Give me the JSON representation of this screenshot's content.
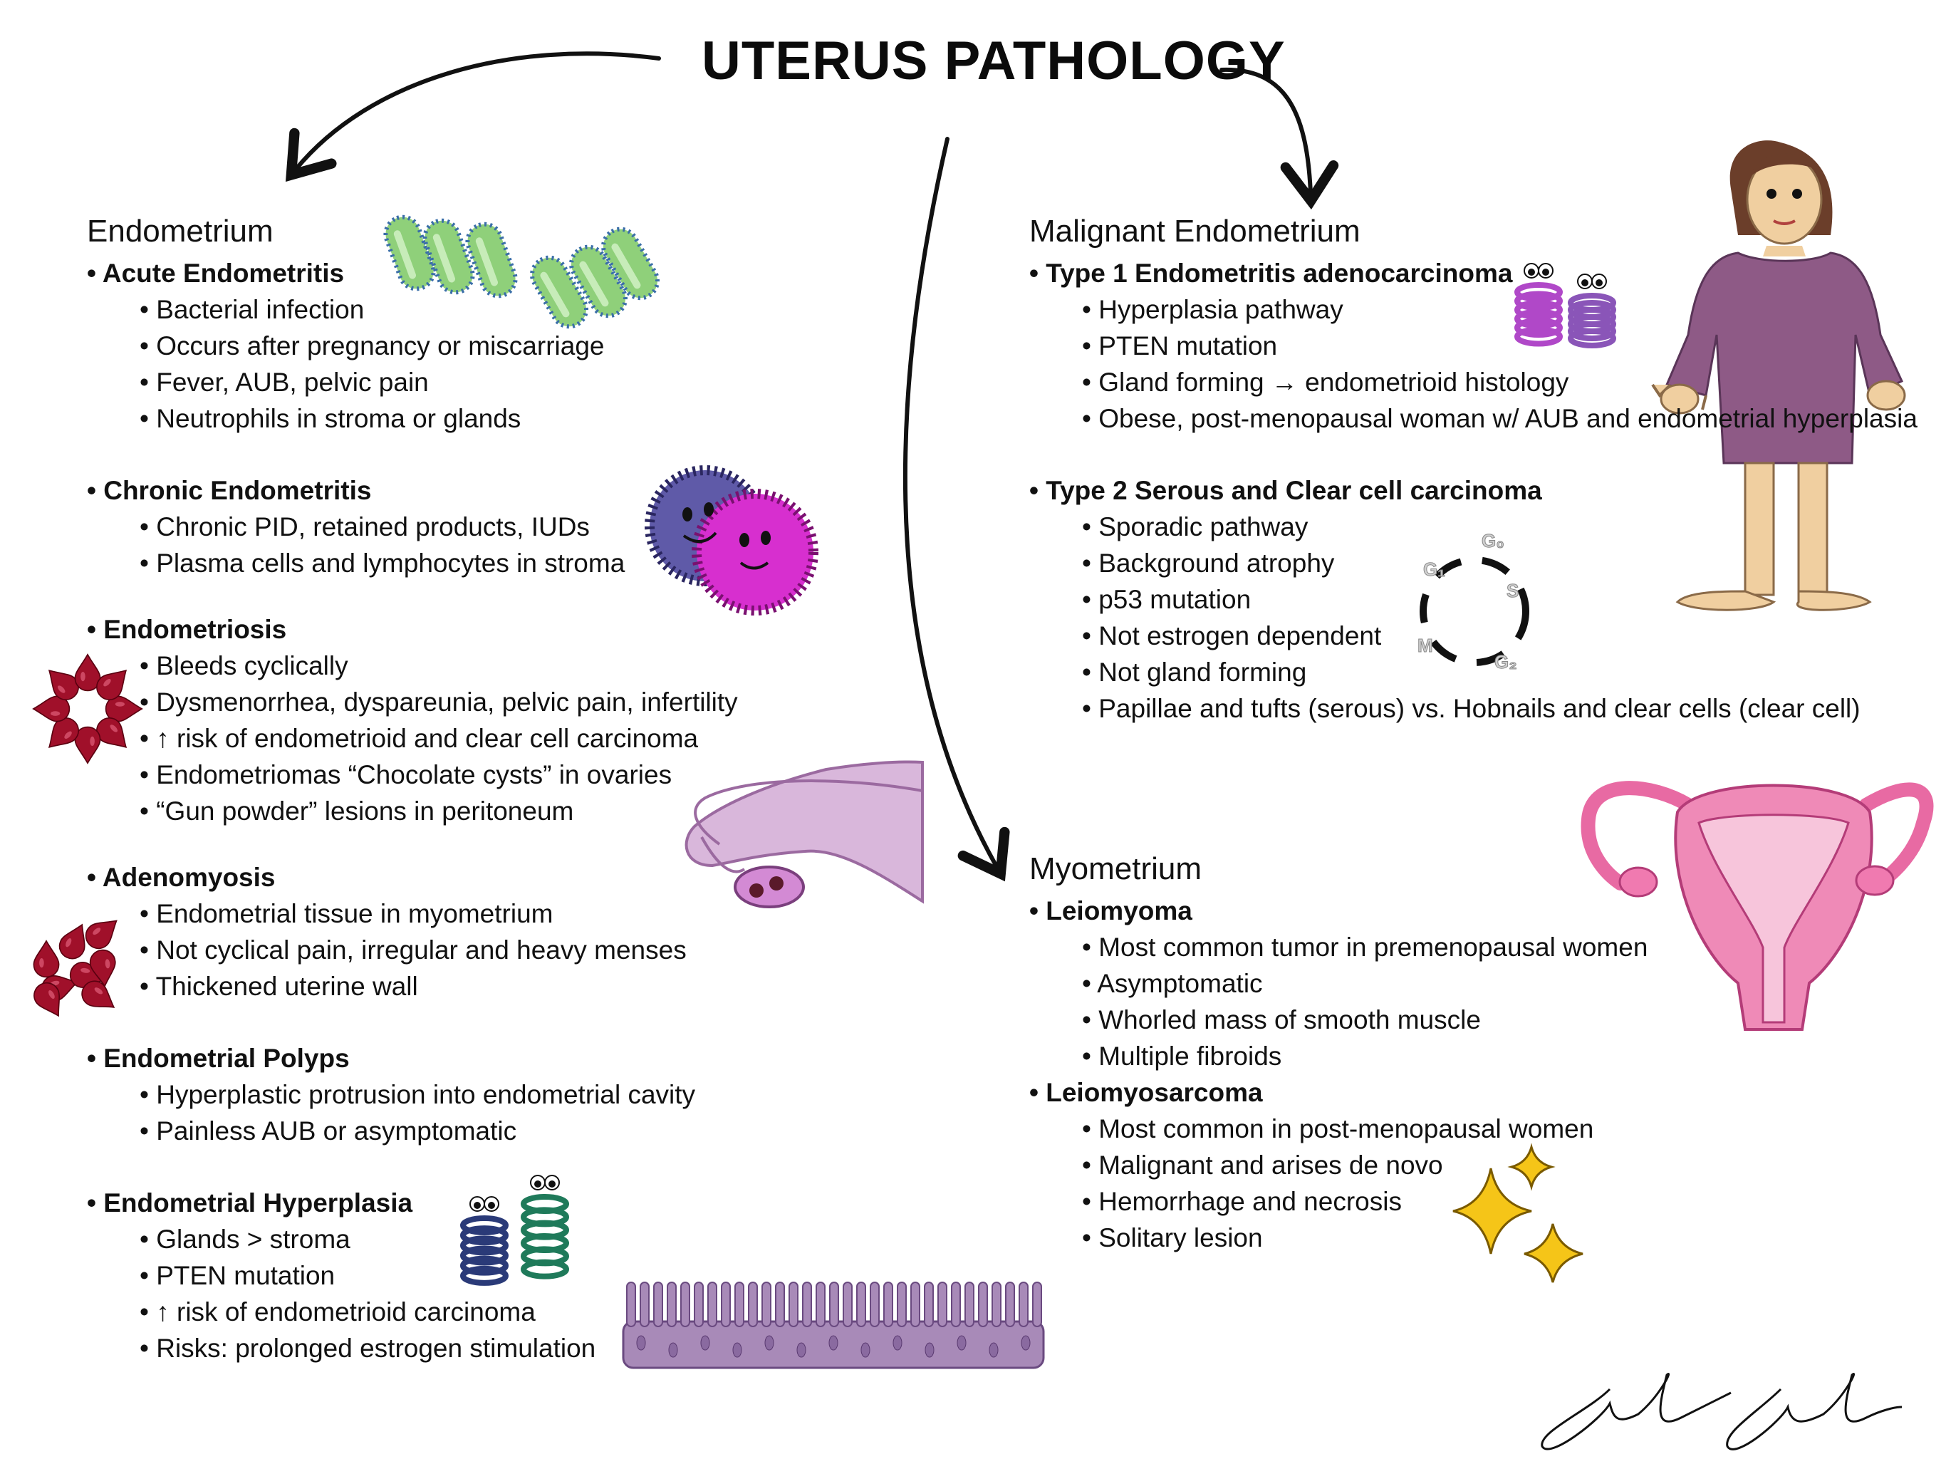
{
  "title": "UTERUS PATHOLOGY",
  "colors": {
    "bacteria": "#8fd07a",
    "virus_blue": "#5f5aa8",
    "virus_pink": "#d72fcf",
    "blood": "#a0102a",
    "uterus_pink": "#e86aa3",
    "tube_lilac": "#d9b7db",
    "dress": "#8e5a86",
    "skin": "#f0cfa0",
    "spring_purple": "#b048c8",
    "spring_navy": "#2a3a78",
    "spring_green": "#1f7a5a",
    "star": "#f5c518",
    "epithelium": "#a88ab8"
  },
  "left": {
    "heading": "Endometrium",
    "topics": [
      {
        "title": "Acute Endometritis",
        "items": [
          "Bacterial infection",
          "Occurs after pregnancy or miscarriage",
          "Fever, AUB, pelvic pain",
          "Neutrophils in stroma or glands"
        ]
      },
      {
        "title": "Chronic Endometritis",
        "items": [
          "Chronic PID, retained products, IUDs",
          "Plasma cells and lymphocytes in stroma"
        ]
      },
      {
        "title": "Endometriosis",
        "items": [
          "Bleeds cyclically",
          " Dysmenorrhea, dyspareunia, pelvic pain, infertility",
          "↑ risk of endometrioid and clear cell carcinoma",
          "Endometriomas “Chocolate cysts” in ovaries",
          "“Gun powder” lesions in peritoneum"
        ]
      },
      {
        "title": "Adenomyosis",
        "items": [
          "Endometrial tissue in myometrium",
          "Not cyclical pain, irregular and heavy menses",
          "Thickened uterine wall"
        ]
      },
      {
        "title": "Endometrial Polyps",
        "items": [
          "Hyperplastic protrusion into endometrial cavity",
          "Painless AUB or asymptomatic"
        ]
      },
      {
        "title": "Endometrial Hyperplasia",
        "items": [
          "Glands > stroma",
          "PTEN mutation",
          "↑ risk of endometrioid carcinoma",
          "Risks: prolonged estrogen stimulation"
        ]
      }
    ]
  },
  "malignant": {
    "heading": "Malignant Endometrium",
    "topics": [
      {
        "title": "Type 1 Endometritis adenocarcinoma",
        "items": [
          "Hyperplasia pathway",
          "PTEN mutation",
          "Gland forming → endometrioid histology",
          "Obese, post-menopausal woman w/ AUB and endometrial hyperplasia"
        ]
      },
      {
        "title": "Type 2 Serous and Clear cell carcinoma",
        "items": [
          "Sporadic pathway",
          "Background atrophy",
          "p53 mutation",
          "Not estrogen dependent",
          "Not gland forming",
          "Papillae and tufts (serous) vs. Hobnails and clear cells (clear cell)"
        ]
      }
    ]
  },
  "myometrium": {
    "heading": "Myometrium",
    "topics": [
      {
        "title": "Leiomyoma",
        "items": [
          "Most common tumor in premenopausal women",
          "Asymptomatic",
          "Whorled mass of smooth muscle",
          "Multiple fibroids"
        ]
      },
      {
        "title": "Leiomyosarcoma",
        "items": [
          "Most common in post-menopausal women",
          "Malignant and arises de novo",
          "Hemorrhage and necrosis",
          "Solitary lesion"
        ]
      }
    ]
  },
  "cell_cycle": {
    "labels": [
      "G₀",
      "G₁",
      "S",
      "G₂",
      "M"
    ]
  }
}
